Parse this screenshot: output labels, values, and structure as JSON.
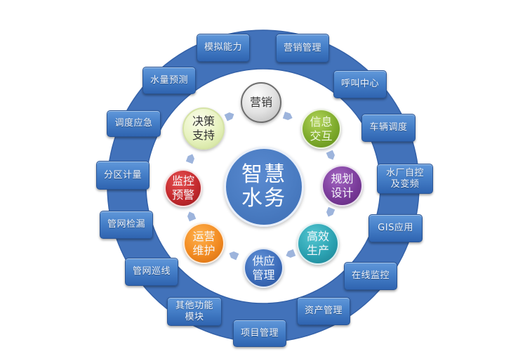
{
  "center": {
    "lines": [
      "智慧",
      "水务"
    ],
    "color": "#4a7cc2"
  },
  "inner_cycle": [
    {
      "key": "marketing",
      "lines": [
        "营销"
      ],
      "color": "#d0d0d0"
    },
    {
      "key": "info-exchange",
      "lines": [
        "信息",
        "交互"
      ],
      "color": "#7eab2c"
    },
    {
      "key": "planning-design",
      "lines": [
        "规划",
        "设计"
      ],
      "color": "#7b3c9b"
    },
    {
      "key": "efficient-prod",
      "lines": [
        "高效",
        "生产"
      ],
      "color": "#2ca2b2"
    },
    {
      "key": "supply-mgmt",
      "lines": [
        "供应",
        "管理"
      ],
      "color": "#3c6cba"
    },
    {
      "key": "ops-maintenance",
      "lines": [
        "运营",
        "维护"
      ],
      "color": "#f28b22"
    },
    {
      "key": "monitor-alert",
      "lines": [
        "监控",
        "预警"
      ],
      "color": "#c42a2e"
    },
    {
      "key": "decision-support",
      "lines": [
        "决策",
        "支持"
      ],
      "color": "#e7f2bf"
    }
  ],
  "cycle_direction": "clockwise",
  "outer_modules": [
    {
      "lines": [
        "模拟能力"
      ]
    },
    {
      "lines": [
        "营销管理"
      ]
    },
    {
      "lines": [
        "呼叫中心"
      ]
    },
    {
      "lines": [
        "车辆调度"
      ]
    },
    {
      "lines": [
        "水厂自控",
        "及变频"
      ]
    },
    {
      "lines": [
        "GIS应用"
      ]
    },
    {
      "lines": [
        "在线监控"
      ]
    },
    {
      "lines": [
        "资产管理"
      ]
    },
    {
      "lines": [
        "项目管理"
      ]
    },
    {
      "lines": [
        "其他功能",
        "模块"
      ]
    },
    {
      "lines": [
        "管网巡线"
      ]
    },
    {
      "lines": [
        "管网检漏"
      ]
    },
    {
      "lines": [
        "分区计量"
      ]
    },
    {
      "lines": [
        "调度应急"
      ]
    },
    {
      "lines": [
        "水量预测"
      ]
    }
  ],
  "colors": {
    "ring": "#4272ba",
    "ring_edge": "#3461a8",
    "module_box": "#4680c9",
    "arrow": "#9db4dc"
  }
}
